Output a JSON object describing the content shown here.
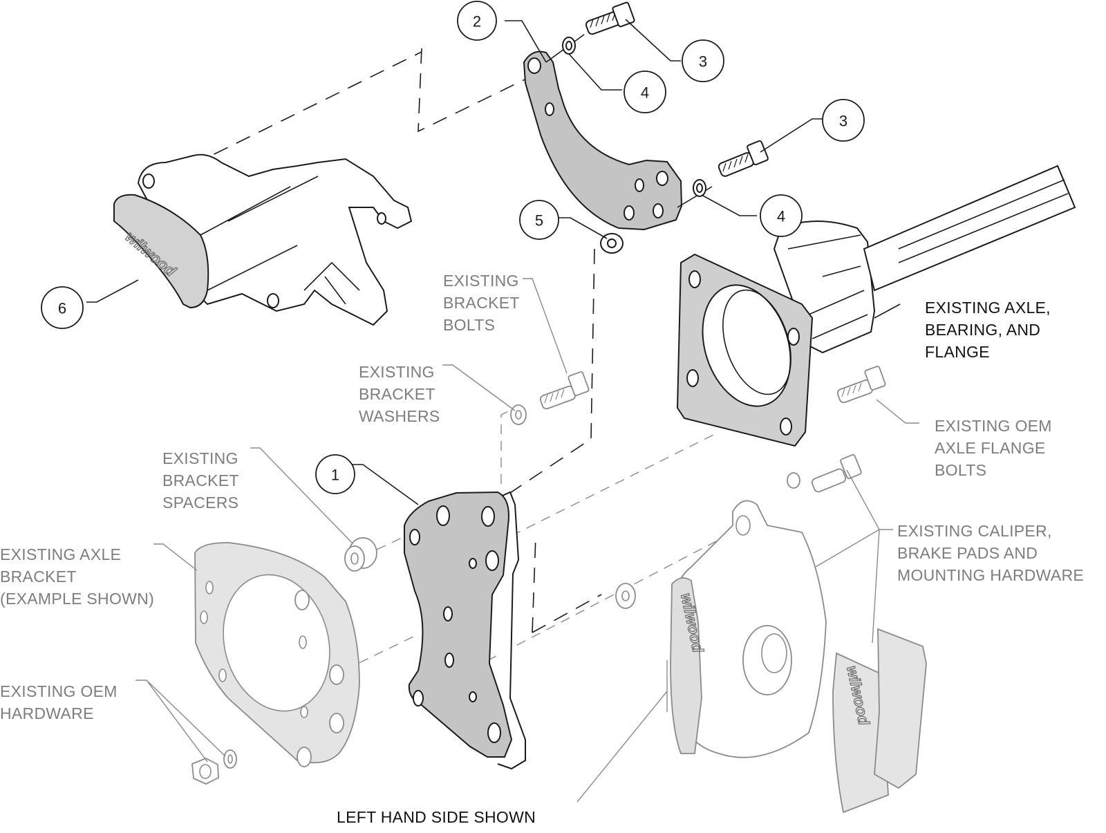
{
  "diagram": {
    "title": "Exploded view brake bracket installation",
    "caption": "LEFT HAND SIDE SHOWN",
    "colors": {
      "new_part_line": "#1a1a1a",
      "existing_part_line": "#8a8a8a",
      "new_part_fill": "#c4c4c4",
      "existing_part_fill": "#e4e4e4",
      "background": "#ffffff"
    },
    "callouts": [
      {
        "number": "1",
        "part": "bracket"
      },
      {
        "number": "2",
        "part": "upper bracket"
      },
      {
        "number": "3",
        "part": "bolt (upper)"
      },
      {
        "number": "3",
        "part": "bolt (lower)"
      },
      {
        "number": "4",
        "part": "washer (upper)"
      },
      {
        "number": "4",
        "part": "washer (lower)"
      },
      {
        "number": "5",
        "part": "spacer"
      },
      {
        "number": "6",
        "part": "parking brake caliper"
      }
    ],
    "labels": {
      "existing_bracket_bolts": [
        "EXISTING",
        "BRACKET",
        "BOLTS"
      ],
      "existing_bracket_washers": [
        "EXISTING",
        "BRACKET",
        "WASHERS"
      ],
      "existing_bracket_spacers": [
        "EXISTING",
        "BRACKET",
        "SPACERS"
      ],
      "existing_axle_bracket": [
        "EXISTING AXLE",
        "BRACKET",
        "(EXAMPLE SHOWN)"
      ],
      "existing_oem_hardware": [
        "EXISTING OEM",
        "HARDWARE"
      ],
      "existing_axle_bearing_flange": [
        "EXISTING AXLE,",
        "BEARING, AND",
        "FLANGE"
      ],
      "existing_oem_axle_flange_bolts": [
        "EXISTING OEM",
        "AXLE FLANGE",
        "BOLTS"
      ],
      "existing_caliper_pads_hardware": [
        "EXISTING CALIPER,",
        "BRAKE PADS AND",
        "MOUNTING HARDWARE"
      ]
    },
    "brand_marking": "wilwood"
  }
}
